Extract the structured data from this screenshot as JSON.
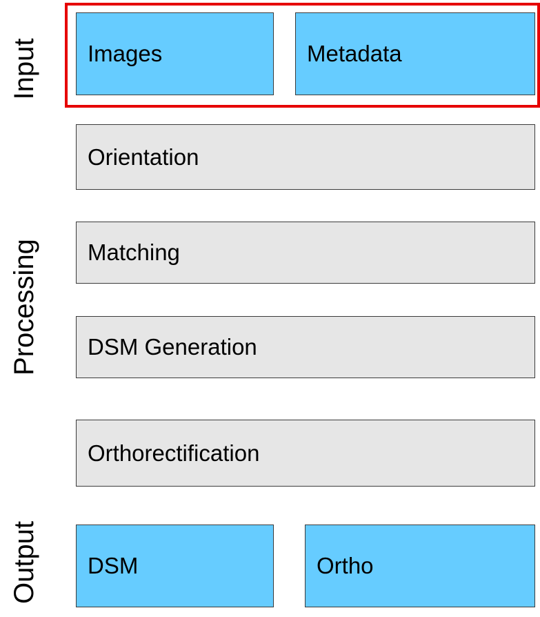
{
  "stages": {
    "input": {
      "label": "Input",
      "items": [
        "Images",
        "Metadata"
      ]
    },
    "processing": {
      "label": "Processing",
      "steps": [
        "Orientation",
        "Matching",
        "DSM Generation",
        "Orthorectification"
      ]
    },
    "output": {
      "label": "Output",
      "items": [
        "DSM",
        "Ortho"
      ]
    }
  },
  "colors": {
    "data_box": "#66ccff",
    "process_box": "#e6e6e6",
    "highlight": "#e60000",
    "border": "#3a3a3a"
  }
}
